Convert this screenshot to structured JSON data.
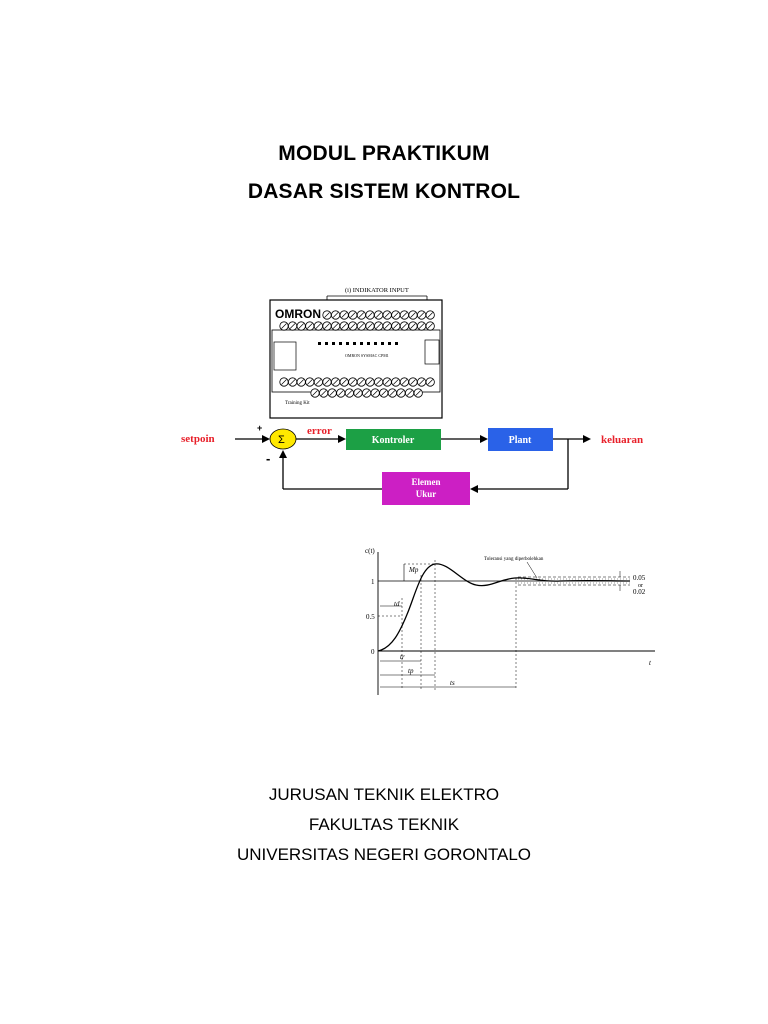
{
  "title": {
    "line1": "MODUL PRAKTIKUM",
    "line2": "DASAR SISTEM KONTROL"
  },
  "plc": {
    "indicator_label": "(i) INDIKATOR INPUT",
    "brand": "OMRON",
    "model_text": "OMRON SYSMAC CPM1",
    "trainer_label": "Training Kit"
  },
  "block_diagram": {
    "setpoint_label": "setpoin",
    "plus_sign": "+",
    "minus_sign": "-",
    "summing_symbol": "Σ",
    "error_label": "error",
    "controller_label": "Kontroler",
    "plant_label": "Plant",
    "output_label": "keluaran",
    "sensor_label_line1": "Elemen",
    "sensor_label_line2": "Ukur",
    "colors": {
      "red_text": "#e8202a",
      "summing": "#ffe800",
      "controller": "#1ca045",
      "plant": "#2a62e8",
      "sensor": "#cc1fc4"
    }
  },
  "step_response": {
    "y_axis_label": "c(t)",
    "x_axis_label": "t",
    "y_tick_1": "1",
    "y_tick_05": "0.5",
    "y_tick_0": "0",
    "overshoot_label": "Mp",
    "td_label": "td",
    "tr_label": "tr",
    "tp_label": "tp",
    "ts_label": "ts",
    "tolerance_label": "Toleransi yang diperbolehkan",
    "tol_005": "0.05",
    "tol_or": "or",
    "tol_002": "0.02"
  },
  "footer": {
    "line1": "JURUSAN TEKNIK ELEKTRO",
    "line2": "FAKULTAS TEKNIK",
    "line3": "UNIVERSITAS NEGERI GORONTALO"
  }
}
